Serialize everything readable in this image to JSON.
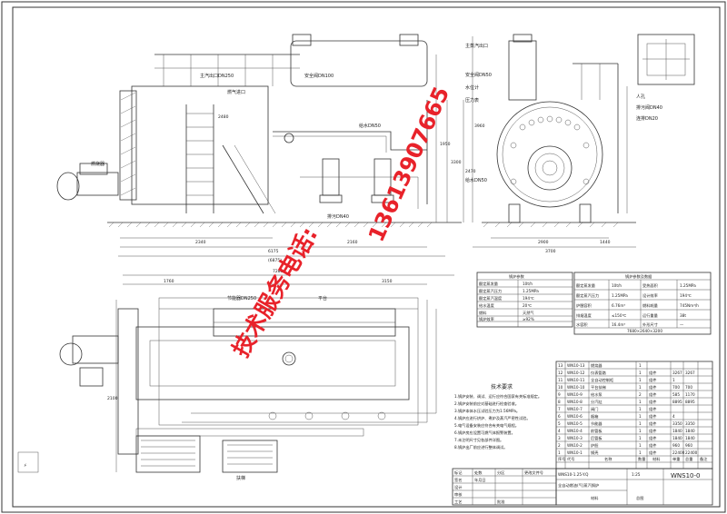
{
  "drawing": {
    "title_main": "WNS10-1.25-Y.Q",
    "title_sub": "全自动燃油(气)蒸汽锅炉",
    "drawing_no": "WNS10-0",
    "sheet_name": "总图",
    "scale": "1:25",
    "material_label": "材料"
  },
  "watermark": {
    "phone": "13613907665",
    "service": "技术服务电话:"
  },
  "front_view": {
    "labels": {
      "gas_in": "燃气进口",
      "steam_out": "主汽出口DN250",
      "safety": "安全阀DN100",
      "drain": "排污DN40",
      "feed_water": "给水DN50",
      "burner": "燃烧器"
    },
    "dimensions": {
      "d1": "2340",
      "d2": "6175",
      "d3": "(6875)",
      "d4": "2160",
      "d5": "1950",
      "d6": "3300",
      "d7": "2480"
    }
  },
  "side_view": {
    "labels": {
      "steam_main": "主蒸汽出口",
      "safety_valve": "安全阀DN50",
      "water_level": "水位计",
      "pressure_gauge": "压力表",
      "manhole": "人孔",
      "drain_valve": "排污阀DN40",
      "blowdown": "连排DN20",
      "feed": "给水DN50"
    },
    "dimensions": {
      "w1": "2900",
      "w2": "1440",
      "w3": "3700",
      "h1": "3960",
      "h2": "2470"
    }
  },
  "top_view": {
    "labels": {
      "economizer": "节能器DN250",
      "platform": "平台",
      "ladder": "扶梯"
    },
    "dimensions": {
      "l1": "7280",
      "l2": "1760",
      "l3": "3150",
      "l4": "2100"
    }
  },
  "params_table": {
    "title": "锅炉参数",
    "rows": [
      [
        "额定蒸发量",
        "10t/h"
      ],
      [
        "额定蒸汽压力",
        "1.25MPa"
      ],
      [
        "额定蒸汽温度",
        "194℃"
      ],
      [
        "给水温度",
        "20℃"
      ],
      [
        "燃料",
        "天然气"
      ],
      [
        "锅炉效率",
        "≥92%"
      ]
    ]
  },
  "data_table": {
    "title": "锅炉参数及数据",
    "rows": [
      [
        "额定蒸发量",
        "10t/h",
        "受热面积",
        "1.25MPa"
      ],
      [
        "额定蒸汽压力",
        "1.25MPa",
        "设计效率",
        "194℃"
      ],
      [
        "炉膛容积",
        "6.76m³",
        "燃料耗量",
        "745Nm³/h"
      ],
      [
        "排烟温度",
        "≤150℃",
        "运行重量",
        "38t"
      ],
      [
        "水容积",
        "16.4m³",
        "外形尺寸",
        "—"
      ]
    ],
    "footer": "7680×2640×3200"
  },
  "tech_req": {
    "title": "技术要求",
    "items": [
      "1.锅炉安装、调试、运行应符合国家有关标准规定。",
      "2.锅炉安装前应对基础进行检查验收。",
      "3.锅炉本体水压试验压力为1.56MPa。",
      "4.锅炉应进行烘炉、煮炉及蒸汽严密性试验。",
      "5.电气设备安装应符合有关电气规程。",
      "6.锅炉房应设置可燃气体报警装置。",
      "7.未注明尺寸见各部件详图。",
      "8.锅炉出厂前应进行整体调试。"
    ]
  },
  "parts_list": {
    "headers": [
      "序号",
      "代号",
      "名称",
      "数量",
      "材料",
      "单重",
      "总重",
      "备注"
    ],
    "rows": [
      [
        "13",
        "WN10-13",
        "燃烧器",
        "1",
        "",
        "",
        "",
        ""
      ],
      [
        "12",
        "WN10-12",
        "仪表管路",
        "1",
        "组件",
        "3267",
        "3267",
        ""
      ],
      [
        "11",
        "WN10-11",
        "全自动控制柜",
        "1",
        "组件",
        "1",
        "",
        ""
      ],
      [
        "10",
        "WN10-10",
        "平台扶梯",
        "1",
        "组件",
        "700",
        "700",
        ""
      ],
      [
        "9",
        "WN10-9",
        "给水泵",
        "2",
        "组件",
        "585",
        "1170",
        ""
      ],
      [
        "8",
        "WN10-8",
        "分汽缸",
        "1",
        "组件",
        "8895",
        "8895",
        ""
      ],
      [
        "7",
        "WN10-7",
        "阀门",
        "1",
        "组件",
        "",
        "",
        ""
      ],
      [
        "6",
        "WN10-6",
        "烟箱",
        "1",
        "组件",
        "4",
        "",
        ""
      ],
      [
        "5",
        "WN10-5",
        "节能器",
        "1",
        "组件",
        "3350",
        "3350",
        ""
      ],
      [
        "4",
        "WN10-4",
        "前管板",
        "1",
        "组件",
        "1840",
        "1840",
        ""
      ],
      [
        "3",
        "WN10-3",
        "后管板",
        "1",
        "组件",
        "1840",
        "1840",
        ""
      ],
      [
        "2",
        "WN10-2",
        "炉胆",
        "1",
        "组件",
        "960",
        "960",
        ""
      ],
      [
        "1",
        "WN10-1",
        "锅壳",
        "1",
        "组件",
        "22400",
        "22400",
        ""
      ]
    ]
  },
  "revision_box": {
    "labels": [
      "标记",
      "处数",
      "分区",
      "更改文件号",
      "签名",
      "年月日",
      "设计",
      "审核",
      "工艺",
      "批准"
    ]
  }
}
